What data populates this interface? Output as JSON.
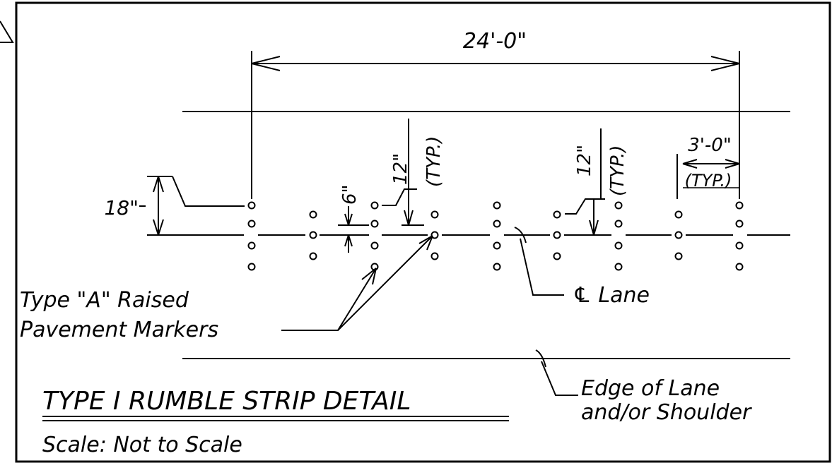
{
  "drawing": {
    "title": "TYPE I RUMBLE STRIP DETAIL",
    "scale": "Scale: Not to Scale",
    "colors": {
      "ink": "#000000",
      "paper": "#ffffff"
    }
  },
  "dimensions": {
    "overall_width": "24'-0\"",
    "spacing_3ft": "3'-0\"",
    "typ_3ft": "(TYP.)",
    "height_18": "18\"",
    "spacing_6": "6\"",
    "spacing_12_left": "12\"",
    "typ_12_left": "(TYP.)",
    "spacing_12_right": "12\"",
    "typ_12_right": "(TYP.)"
  },
  "labels": {
    "markers_line1": "Type \"A\" Raised",
    "markers_line2": "Pavement Markers",
    "centerline": "℄ Lane",
    "edge_line1": "Edge of Lane",
    "edge_line2": "and/or Shoulder"
  }
}
